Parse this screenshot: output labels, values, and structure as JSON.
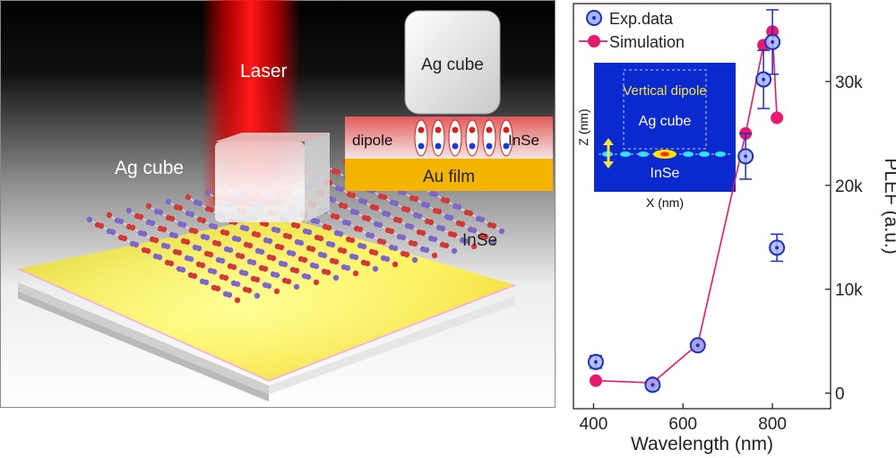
{
  "illustration": {
    "laser_label": "Laser",
    "ag_cube_label": "Ag cube",
    "inse_label": "InSe",
    "inset": {
      "ag_cube_label": "Ag cube",
      "dipole_label": "dipole",
      "inse_label": "InSe",
      "au_film_label": "Au film"
    }
  },
  "chart_data": {
    "type": "scatter",
    "xlabel": "Wavelength (nm)",
    "ylabel": "PLEF (a.u.)",
    "xlim": [
      355,
      930
    ],
    "ylim": [
      -1500,
      37500
    ],
    "xticks": [
      400,
      600,
      800
    ],
    "xtick_labels": [
      "400",
      "600",
      "800"
    ],
    "yticks": [
      0,
      10000,
      20000,
      30000
    ],
    "ytick_labels": [
      "0",
      "10k",
      "20k",
      "30k"
    ],
    "legend_position": "top-left",
    "series": [
      {
        "name": "Exp.data",
        "style": "points-with-errorbars",
        "color": "#1c2fbf",
        "points": [
          {
            "x": 405,
            "y": 3000,
            "err": 600
          },
          {
            "x": 532,
            "y": 800,
            "err": 500
          },
          {
            "x": 633,
            "y": 4600,
            "err": 400
          },
          {
            "x": 740,
            "y": 22800,
            "err": 2200
          },
          {
            "x": 780,
            "y": 30200,
            "err": 2800
          },
          {
            "x": 800,
            "y": 33800,
            "err": 3100
          },
          {
            "x": 810,
            "y": 14000,
            "err": 1300
          }
        ]
      },
      {
        "name": "Simulation",
        "style": "line-with-points",
        "color": "#e6196e",
        "points": [
          {
            "x": 405,
            "y": 1200
          },
          {
            "x": 532,
            "y": 1000
          },
          {
            "x": 633,
            "y": 4700
          },
          {
            "x": 740,
            "y": 25000
          },
          {
            "x": 780,
            "y": 33500
          },
          {
            "x": 800,
            "y": 34800
          },
          {
            "x": 810,
            "y": 26500
          }
        ]
      }
    ],
    "inset": {
      "xlabel": "X (nm)",
      "ylabel": "Z (nm)",
      "title_label": "Vertical dipole",
      "ag_cube_label": "Ag cube",
      "inse_label": "InSe"
    }
  }
}
